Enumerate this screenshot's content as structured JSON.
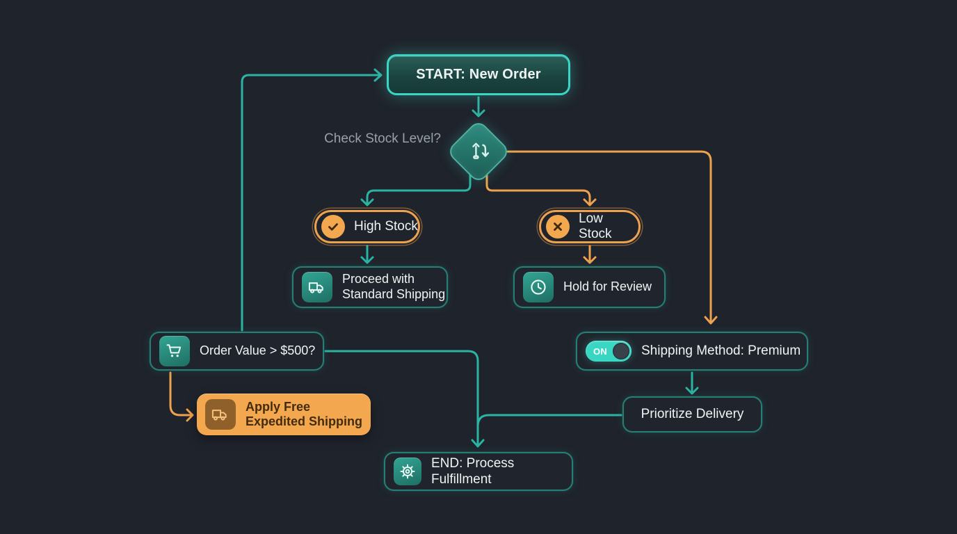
{
  "labels": {
    "check_stock": "Check Stock Level?"
  },
  "nodes": {
    "start": {
      "label": "START: New Order"
    },
    "decision": {
      "icon": "swap-vertical-icon"
    },
    "high_stock": {
      "label": "High Stock",
      "icon": "check-icon"
    },
    "low_stock": {
      "label": "Low Stock",
      "icon": "x-icon"
    },
    "proceed": {
      "label": "Proceed with Standard Shipping",
      "icon": "truck-icon"
    },
    "hold": {
      "label": "Hold for Review",
      "icon": "clock-icon"
    },
    "order_value": {
      "label": "Order Value > $500?",
      "icon": "cart-icon"
    },
    "shipping_method": {
      "label": "Shipping Method: Premium",
      "toggle_state": "ON"
    },
    "apply_shipping": {
      "label": "Apply Free Expedited Shipping",
      "icon": "truck-icon"
    },
    "prioritize": {
      "label": "Prioritize Delivery"
    },
    "end": {
      "label": "END: Process Fulfillment",
      "icon": "gear-icon"
    }
  },
  "colors": {
    "background": "#1f232b",
    "teal_bright": "#3ad6c4",
    "teal_line": "#2bb3a4",
    "teal_border": "#257f75",
    "orange": "#efa24e",
    "orange_fill": "#f3a74f",
    "node_fill": "#20252d",
    "text_light": "#eef4f4",
    "text_muted": "#99a1ab",
    "text_on_orange": "#432c0d"
  }
}
